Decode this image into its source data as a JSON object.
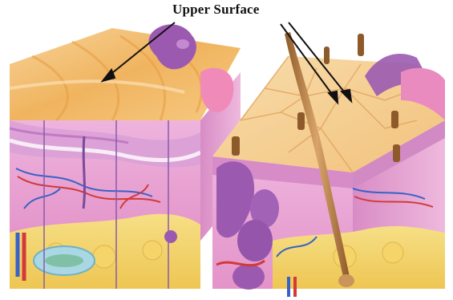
{
  "label": {
    "text": "Upper Surface"
  },
  "panels": [
    {
      "name": "skin-block-left",
      "description_key": "glabrous-skin-section"
    },
    {
      "name": "skin-block-right",
      "description_key": "hairy-skin-section"
    }
  ],
  "colors": {
    "surface": "#f1b96b",
    "surface_light": "#f7d7a6",
    "dermis": "#e7a7d3",
    "dermis_dark": "#c777b7",
    "purple_gland": "#9b5ab0",
    "fat": "#f3d36a",
    "vessel_blue": "#3a62c6",
    "vessel_red": "#d23a3a",
    "hair": "#b57a3a",
    "arrow": "#111111"
  }
}
